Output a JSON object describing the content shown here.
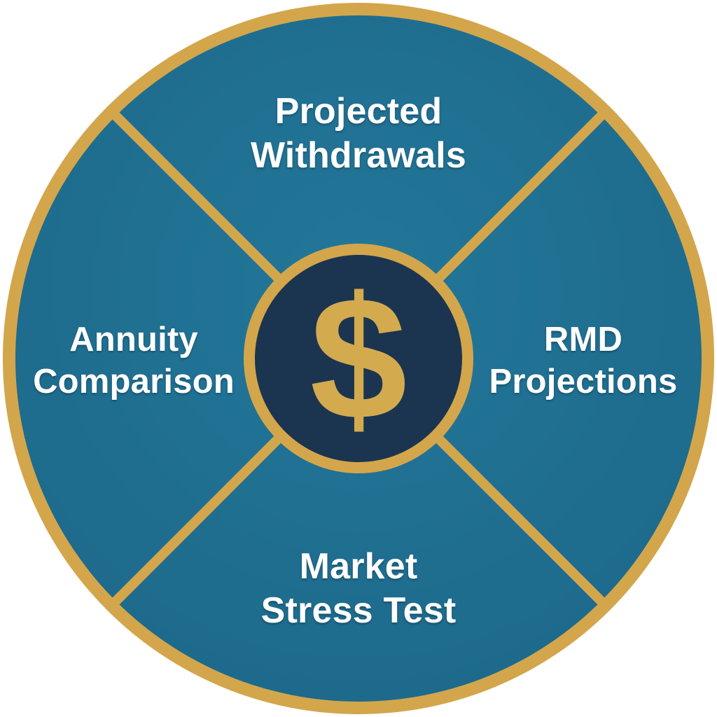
{
  "colors": {
    "ring": "#d3a64c",
    "segment": "#1d6a8c",
    "segment_light": "#237799",
    "hub": "#1b3550",
    "divider": "#d3a64c",
    "text": "#ffffff",
    "symbol": "#d4aa4f"
  },
  "center": {
    "icon": "dollar-sign-icon",
    "symbol": "$"
  },
  "segments": [
    {
      "position": "top",
      "lines": [
        "Projected",
        "Withdrawals"
      ]
    },
    {
      "position": "right",
      "lines": [
        "RMD",
        "Projections"
      ]
    },
    {
      "position": "bottom",
      "lines": [
        "Market",
        "Stress Test"
      ]
    },
    {
      "position": "left",
      "lines": [
        "Annuity",
        "Comparison"
      ]
    }
  ]
}
